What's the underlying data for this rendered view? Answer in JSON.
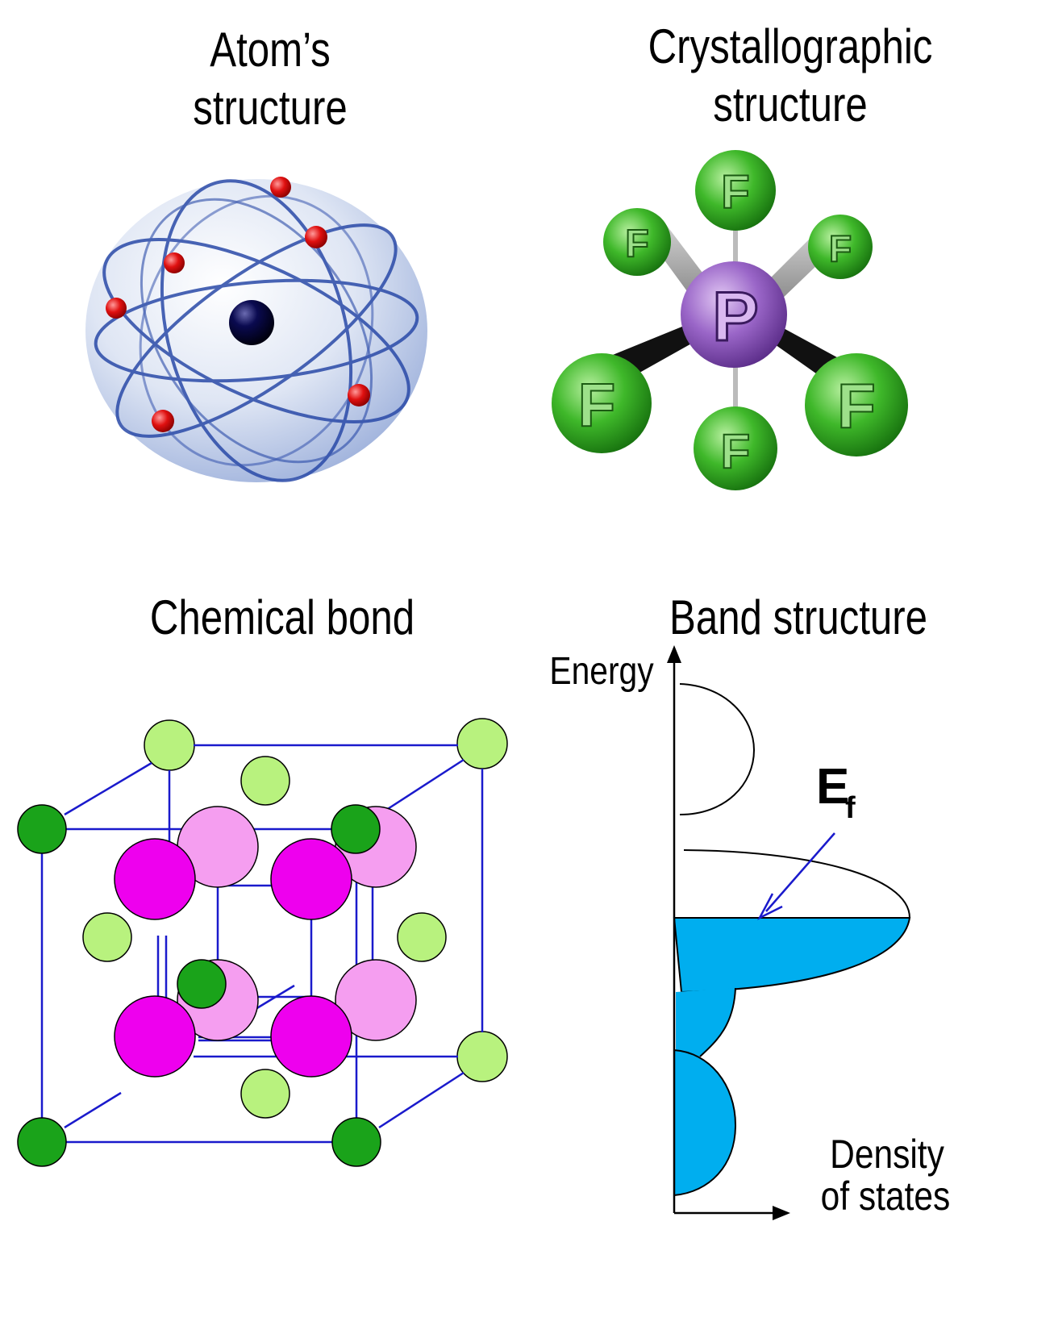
{
  "panels": {
    "atom": {
      "title": "Atom’s\nstructure"
    },
    "crystal": {
      "title": "Crystallographic\nstructure",
      "central_atom": "P",
      "ligand_atom": "F"
    },
    "bond": {
      "title": "Chemical bond"
    },
    "band": {
      "title": "Band structure",
      "y_axis_label": "Energy",
      "x_axis_label_line1": "Density",
      "x_axis_label_line2": "of states",
      "fermi_label_main": "E",
      "fermi_label_sub": "f"
    }
  },
  "colors": {
    "electron": "#e01010",
    "nucleus": "#0a0a50",
    "orbit": "#2a4aa8",
    "fluorine": "#3fb82a",
    "phosphorus": "#9a66c8",
    "lattice_line": "#1a1acc",
    "anion_dark": "#1aa31a",
    "anion_light": "#b8f27e",
    "cation_bright": "#ee00ee",
    "cation_pale": "#f59ef0",
    "filled_band": "#00aeef",
    "fermi_arrow": "#1a1acc"
  }
}
